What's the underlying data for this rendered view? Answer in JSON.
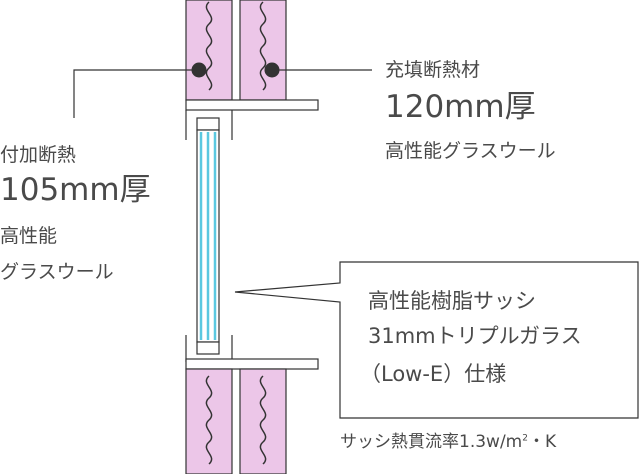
{
  "left_label": {
    "line1": "付加断熱",
    "line2": "105mm厚",
    "line3": "高性能",
    "line4": "グラスウール"
  },
  "right_label": {
    "line1": "充填断熱材",
    "line2": "120mm厚",
    "line3": "高性能グラスウール"
  },
  "callout": {
    "line1": "高性能樹脂サッシ",
    "line2": "31mmトリプルガラス",
    "line3": "（Low-E）仕様"
  },
  "footnote": {
    "prefix": "サッシ熱貫流率1.3w/m",
    "superscript": "2",
    "suffix": "・K"
  },
  "colors": {
    "insulation_fill": "#ecc6e8",
    "stroke": "#333333",
    "glass": "#5bc8e0",
    "text": "#4a4a4a"
  }
}
